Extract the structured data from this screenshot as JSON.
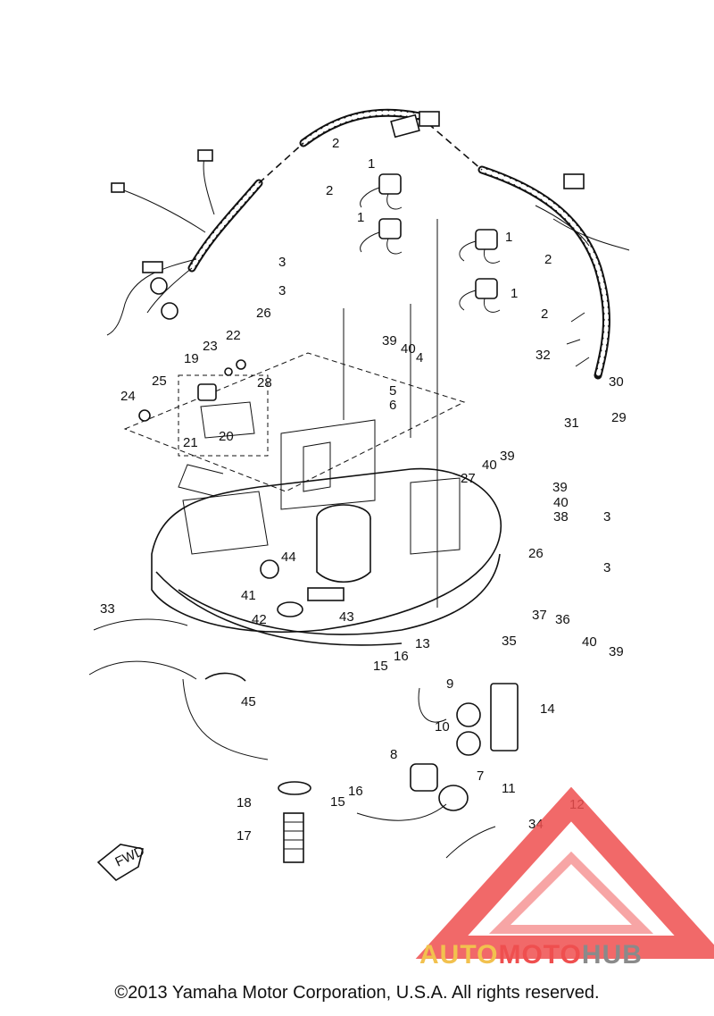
{
  "copyright": "©2013 Yamaha Motor Corporation, U.S.A. All rights reserved.",
  "watermark": {
    "part1": "AUTO",
    "part2": "MOTO",
    "part3": "HUB",
    "color_yellow": "#f2c14e",
    "color_red": "#ef4f4f",
    "color_gray": "#8a8a8a"
  },
  "direction_label": "FWD",
  "callouts": [
    "1",
    "1",
    "1",
    "1",
    "2",
    "2",
    "2",
    "2",
    "3",
    "3",
    "3",
    "3",
    "4",
    "5",
    "6",
    "7",
    "8",
    "9",
    "10",
    "11",
    "12",
    "13",
    "14",
    "15",
    "15",
    "16",
    "16",
    "17",
    "18",
    "19",
    "20",
    "21",
    "22",
    "23",
    "24",
    "25",
    "26",
    "26",
    "27",
    "28",
    "29",
    "30",
    "31",
    "32",
    "33",
    "34",
    "35",
    "36",
    "37",
    "38",
    "39",
    "39",
    "39",
    "39",
    "40",
    "40",
    "40",
    "40",
    "41",
    "42",
    "43",
    "44",
    "45"
  ]
}
